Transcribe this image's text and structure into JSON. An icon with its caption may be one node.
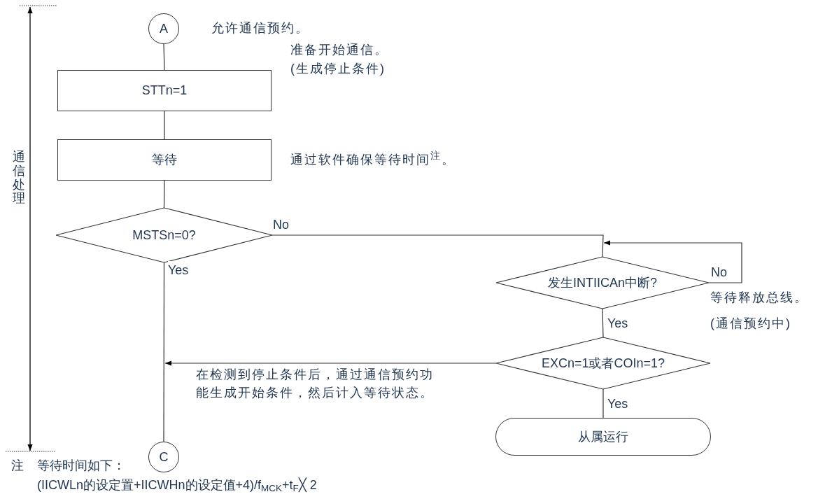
{
  "diagram": {
    "nodes": [
      {
        "text": [
          "A"
        ],
        "beside": [
          "允许通信预约。"
        ]
      },
      {
        "text": [
          "STTn=1"
        ],
        "beside": [
          "准备开始通信。",
          "(生成停止条件)"
        ]
      },
      {
        "text": [
          "等待"
        ],
        "beside": [
          "通过软件确保等待时间$^{注}$。"
        ]
      },
      {
        "text": [
          "MSTSn=0?"
        ]
      },
      {
        "text": [
          "发生INTIICAn中断?"
        ],
        "beside": [
          "等待释放总线。",
          "(通信预约中)"
        ]
      },
      {
        "text": [
          "EXCn=1或者COIn=1?"
        ]
      },
      {
        "text": [
          "从属运行"
        ]
      },
      {
        "text": [
          "C"
        ]
      }
    ],
    "edges": [
      {
        "from": 0,
        "to": 1,
        "arrow": "none"
      },
      {
        "from": 1,
        "to": 2,
        "arrow": "none"
      },
      {
        "from": 2,
        "to": 3,
        "arrow": "none"
      },
      {
        "from": 3,
        "to": 7,
        "arrow": "none",
        "label": "Yes"
      },
      {
        "from": 3,
        "to": 4,
        "arrow": "none",
        "label": "No"
      },
      {
        "from": 4,
        "to": 4,
        "arrow": "to",
        "label": "No"
      },
      {
        "from": 4,
        "to": 5,
        "arrow": "none",
        "label": "Yes"
      },
      {
        "from": 5,
        "to": 6,
        "arrow": "none",
        "label": "Yes"
      },
      {
        "from": 5,
        "to": null,
        "arrow": "to",
        "label": "在检测到停止条件后，通过通信预约功能生成开始条件，然后计入等待状态。"
      }
    ],
    "labels": [
      "通信处理",
      "注",
      "等待时间如下：",
      "(IICWLn的设定置+IICWHn的设定值+4)/f$_{MCK}$+t$_{F}$╳ 2"
    ]
  }
}
